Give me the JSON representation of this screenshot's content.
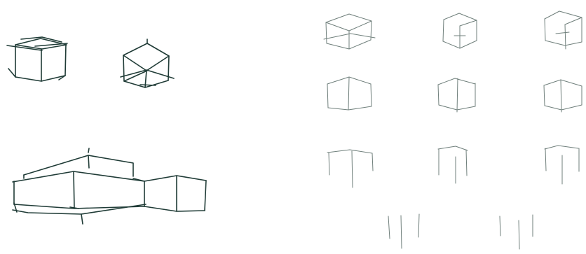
{
  "sketch": {
    "ink_color": "#1f3b36",
    "faint_ink_color": "#6f7f7b",
    "background": "#ffffff",
    "groups": [
      {
        "name": "cube-above-eye-level",
        "icon": "cube-sketch"
      },
      {
        "name": "cube-below-eye-level",
        "icon": "cube-sketch"
      },
      {
        "name": "compound-box-sketch",
        "icon": "box-sketch"
      },
      {
        "name": "cube-construction-steps",
        "icon": "wireframe-steps",
        "steps": 11
      }
    ]
  }
}
